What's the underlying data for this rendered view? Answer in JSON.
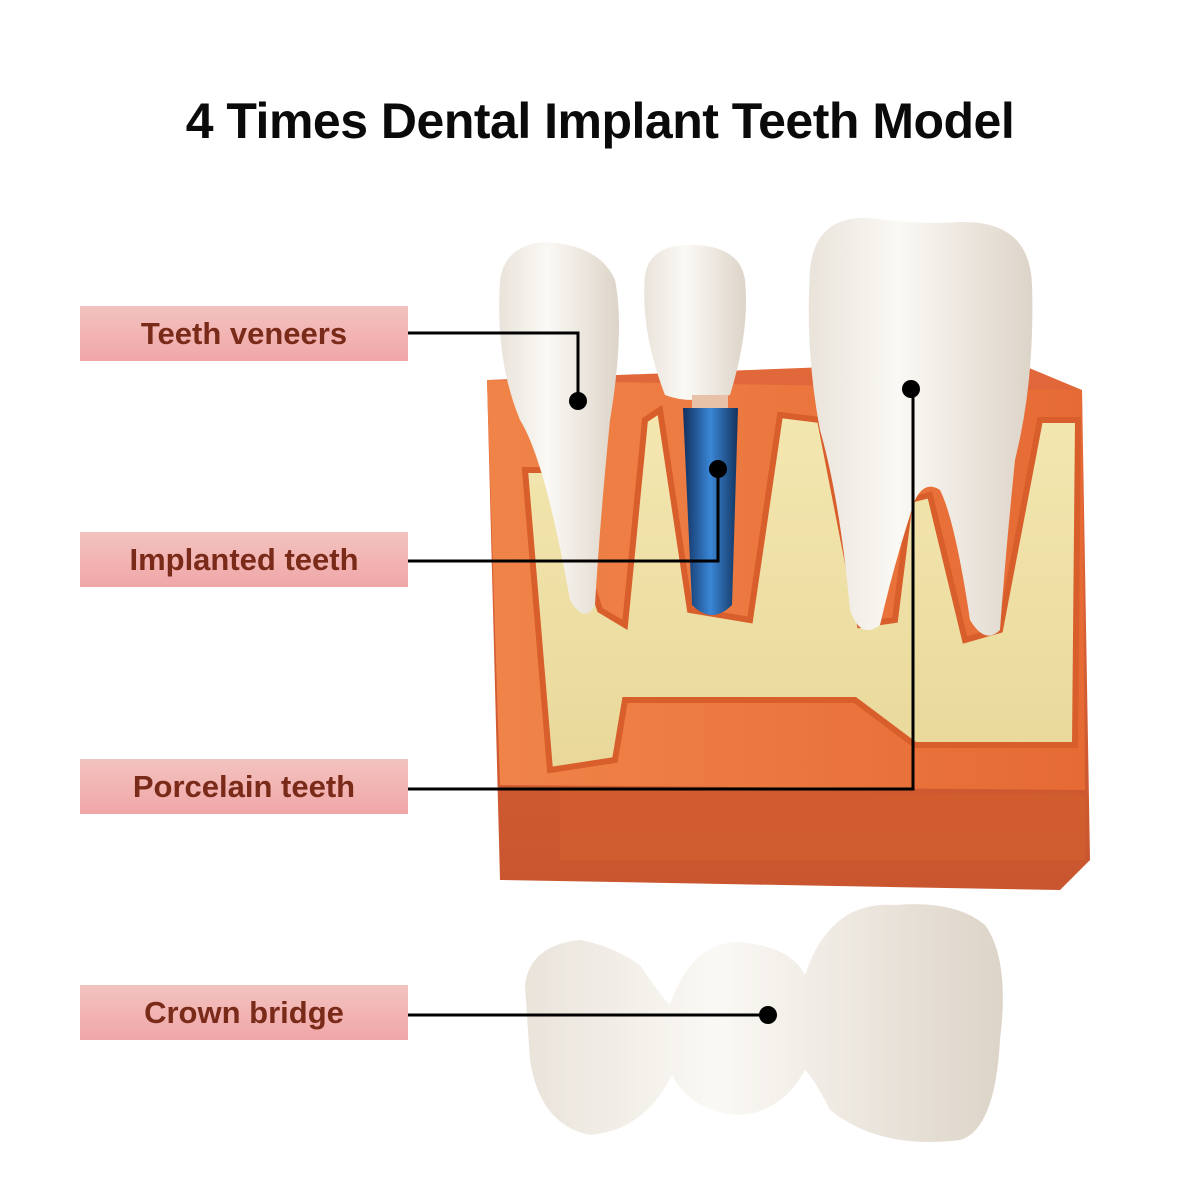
{
  "title": "4 Times Dental Implant Teeth Model",
  "callouts": [
    {
      "label": "Teeth veneers",
      "target": "front incisor tooth",
      "dot": [
        578,
        401
      ]
    },
    {
      "label": "Implanted teeth",
      "target": "blue implant screw",
      "dot": [
        718,
        469
      ]
    },
    {
      "label": "Porcelain teeth",
      "target": "molar tooth",
      "dot": [
        911,
        389
      ]
    },
    {
      "label": "Crown bridge",
      "target": "three-tooth crown bridge",
      "dot": [
        768,
        1015
      ]
    }
  ],
  "colors": {
    "label_bg_top": "#f2c3bf",
    "label_bg_bottom": "#f1a6a8",
    "label_text": "#7a2a18",
    "gum_orange": "#e8713a",
    "bone_yellow": "#efe1a4",
    "implant_blue": "#2f6fc0",
    "tooth_white": "#f4f0ea",
    "leader_line": "#000000"
  }
}
